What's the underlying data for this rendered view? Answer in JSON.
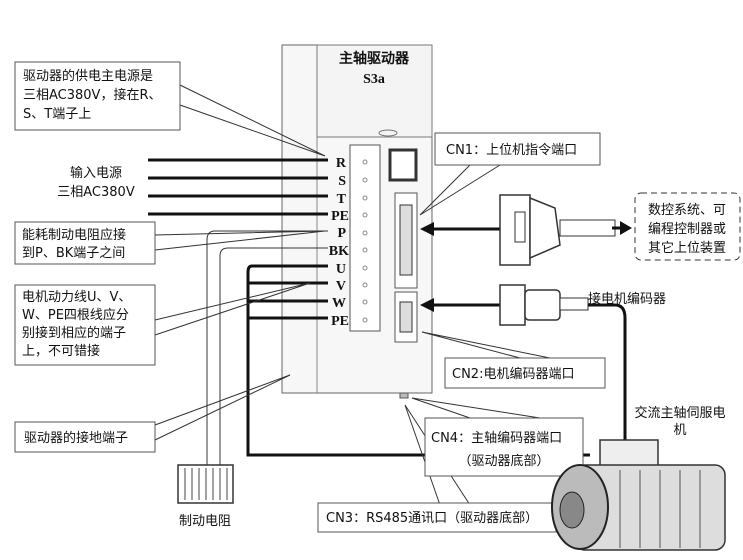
{
  "drive": {
    "title": "主轴驱动器",
    "model": "S3a"
  },
  "terminals": [
    "R",
    "S",
    "T",
    "PE",
    "P",
    "BK",
    "U",
    "V",
    "W",
    "PE"
  ],
  "callouts": {
    "power_supply": [
      "驱动器的供电主电源是",
      "三相AC380V，接在R、",
      "S、T端子上"
    ],
    "input_power": [
      "输入电源",
      "三相AC380V"
    ],
    "brake_resistor_note": [
      "能耗制动电阻应接",
      "到P、BK端子之间"
    ],
    "motor_power_note": [
      "电机动力线U、V、",
      "W、PE四根线应分",
      "别接到相应的端子",
      "上，不可错接"
    ],
    "ground_terminal": "驱动器的接地端子",
    "cn1": "CN1：上位机指令端口",
    "cn2": "CN2:电机编码器端口",
    "cn4": [
      "CN4：主轴编码器端口",
      "（驱动器底部）"
    ],
    "cn3": "CN3：RS485通讯口（驱动器底部）",
    "host": [
      "数控系统、可",
      "编程控制器或",
      "其它上位装置"
    ],
    "encoder_link": "接电机编码器",
    "motor": [
      "交流主轴伺服电",
      "机"
    ],
    "resistor": "制动电阻"
  }
}
